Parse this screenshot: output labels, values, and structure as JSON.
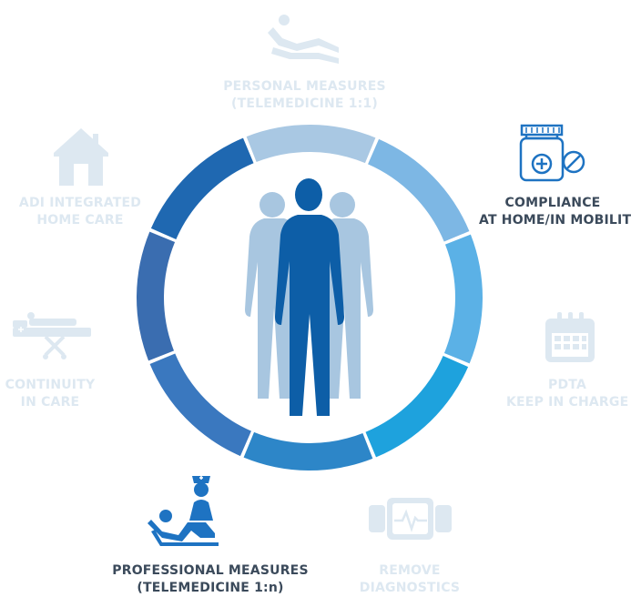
{
  "colors": {
    "faded": "#dde8f1",
    "active_label": "#3b4a5b",
    "active_icon": "#1e73c2",
    "segments": [
      "#a9c8e3",
      "#7db7e4",
      "#5bb1e6",
      "#1ea2dd",
      "#2d86c8",
      "#3a78bf",
      "#3a6db0",
      "#1f68b1"
    ],
    "person_front": "#0d5ea7",
    "person_back": "#a8c6e0"
  },
  "items": [
    {
      "id": "personal-measures",
      "line1": "PERSONAL MEASURES",
      "line2": "(TELEMEDICINE 1:1)",
      "active": false,
      "icon": "reclining-patient-icon"
    },
    {
      "id": "compliance",
      "line1": "COMPLIANCE",
      "line2": "AT HOME/IN MOBILITY",
      "active": true,
      "icon": "medicine-bottle-icon"
    },
    {
      "id": "pdta",
      "line1": "PDTA",
      "line2": "KEEP IN CHARGE",
      "active": false,
      "icon": "calendar-icon"
    },
    {
      "id": "remove-diagnostics",
      "line1": "REMOVE",
      "line2": "DIAGNOSTICS",
      "active": false,
      "icon": "wearable-monitor-icon"
    },
    {
      "id": "professional-measures",
      "line1": "PROFESSIONAL MEASURES",
      "line2": "(TELEMEDICINE 1:n)",
      "active": true,
      "icon": "nurse-patient-icon"
    },
    {
      "id": "continuity",
      "line1": "CONTINUITY",
      "line2": "IN CARE",
      "active": false,
      "icon": "stretcher-icon"
    },
    {
      "id": "adi",
      "line1": "ADI INTEGRATED",
      "line2": "HOME CARE",
      "active": false,
      "icon": "house-icon"
    }
  ]
}
